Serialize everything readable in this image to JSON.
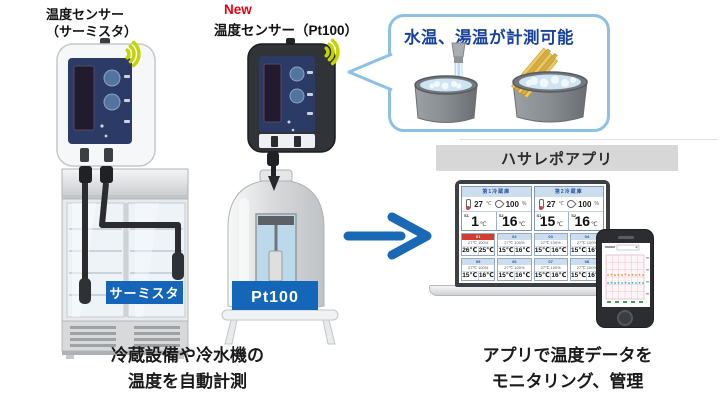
{
  "thermistor_sensor": {
    "title_line1": "温度センサー",
    "title_line2": "（サーミスタ）",
    "tag": "サーミスタ"
  },
  "pt100_sensor": {
    "badge": "New",
    "title": "温度センサー（Pt100）",
    "tag": "Pt100"
  },
  "callout": {
    "title": "水温、湯温が計測可能"
  },
  "app_bar": {
    "label": "ハサレポアプリ"
  },
  "laptop": {
    "unit_temp": "℃",
    "unit_hum": "%",
    "panels_large": [
      {
        "header": "第1冷蔵庫",
        "temp": "27",
        "hum": "100",
        "s1_label": "S1",
        "s1_value": "1",
        "s2_label": "S2",
        "s2_value": "16"
      },
      {
        "header": "第2冷蔵庫",
        "temp": "27",
        "hum": "100",
        "s1_label": "S1",
        "s1_value": "15",
        "s2_label": "S2",
        "s2_value": "16"
      }
    ],
    "panels_small": [
      {
        "header": "01",
        "climate": "27℃ 100%",
        "t1": "26℃",
        "t2": "25℃",
        "alert": true
      },
      {
        "header": "02",
        "climate": "27℃ 100%",
        "t1": "15℃",
        "t2": "16℃"
      },
      {
        "header": "03",
        "climate": "27℃ 100%",
        "t1": "15℃",
        "t2": "16℃"
      },
      {
        "header": "04",
        "climate": "27℃ 100%",
        "t1": "15℃",
        "t2": "16℃"
      },
      {
        "header": "05",
        "climate": "27℃ 100%",
        "t1": "15℃",
        "t2": "16℃"
      },
      {
        "header": "06",
        "climate": "27℃ 100%",
        "t1": "15℃",
        "t2": "16℃"
      },
      {
        "header": "07",
        "climate": "27℃ 100%",
        "t1": "15℃",
        "t2": "16℃"
      },
      {
        "header": "08",
        "climate": "27℃ 100%",
        "t1": "15℃",
        "t2": "16℃"
      }
    ]
  },
  "captions": {
    "left_line1": "冷蔵設備や冷水機の",
    "left_line2": "温度を自動計測",
    "right_line1": "アプリで温度データを",
    "right_line2": "モニタリング、管理"
  },
  "icons": {
    "wifi": "wireless-signal-waves",
    "thermometer": "thermometer",
    "humidity": "water-droplet",
    "arrow": "flow-arrow-right"
  },
  "colors": {
    "tag_blue": "#1565b8",
    "arrow_blue": "#1a69b4",
    "callout_border": "#8ebfe5",
    "callout_title": "#17419c",
    "wifi_green": "#c3d400",
    "new_red": "#e60012",
    "alert_red": "#d23c30"
  }
}
